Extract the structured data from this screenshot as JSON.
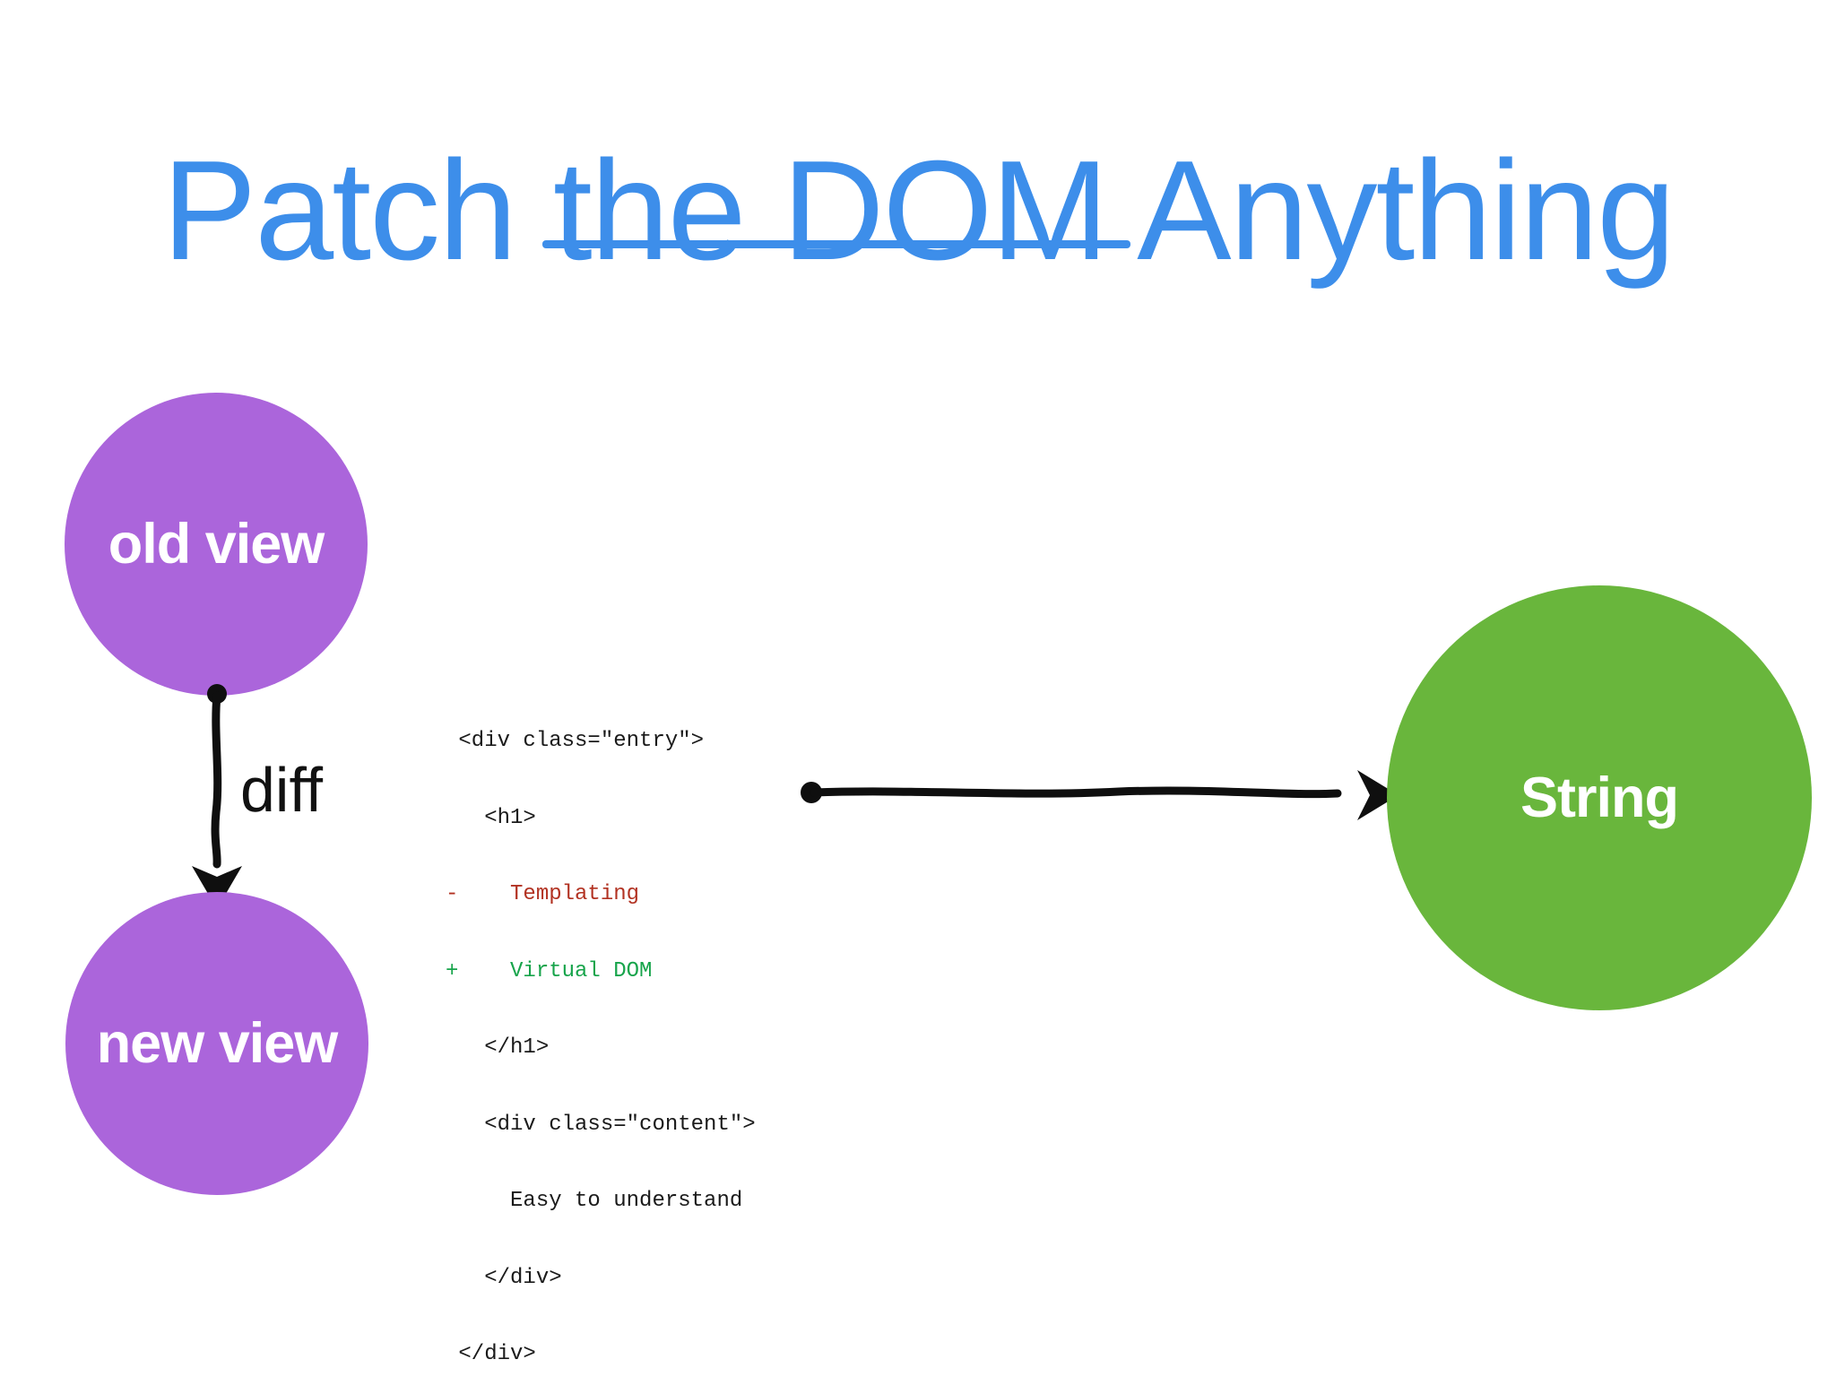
{
  "title": {
    "pre": "Patch ",
    "struck": "the DOM",
    "post": " Anything"
  },
  "nodes": {
    "old_view": {
      "label": "old view"
    },
    "new_view": {
      "label": "new view"
    },
    "string": {
      "label": "String"
    }
  },
  "diff_label": "diff",
  "code_diff": {
    "lines": [
      {
        "text": " <div class=\"entry\">",
        "type": "context"
      },
      {
        "text": "   <h1>",
        "type": "context"
      },
      {
        "text": "-    Templating",
        "type": "removed"
      },
      {
        "text": "+    Virtual DOM",
        "type": "added"
      },
      {
        "text": "   </h1>",
        "type": "context"
      },
      {
        "text": "   <div class=\"content\">",
        "type": "context"
      },
      {
        "text": "     Easy to understand",
        "type": "context"
      },
      {
        "text": "   </div>",
        "type": "context"
      },
      {
        "text": " </div>",
        "type": "context"
      }
    ]
  },
  "colors": {
    "title_blue": "#3d8eea",
    "node_purple": "#ab65db",
    "node_green": "#69b63c",
    "diff_removed": "#b23222",
    "diff_added": "#17a44b",
    "code_text": "#1a1a1a",
    "arrow_black": "#0f0f0f",
    "label_white": "#ffffff"
  }
}
